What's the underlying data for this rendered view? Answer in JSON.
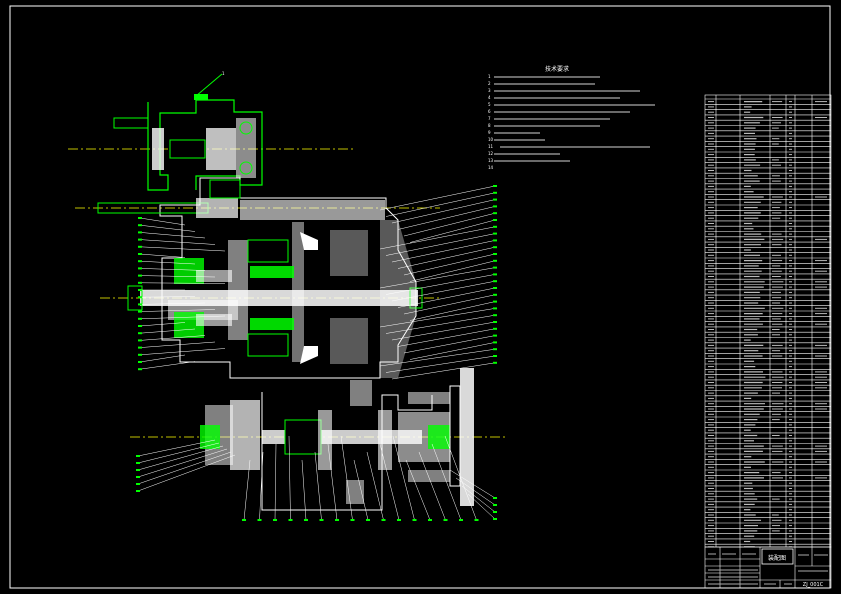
{
  "drawing": {
    "frame_color": "#ffffff",
    "part_color": "#00ff00",
    "centerline_color": "#ffff00",
    "section_color": "#ffffff",
    "leader_color": "#ffffff"
  },
  "tech_requirements": {
    "title": "技术要求",
    "lines": [
      "1",
      "2",
      "3",
      "4",
      "5",
      "6",
      "7",
      "8",
      "9",
      "10",
      "11",
      "12",
      "13",
      "14"
    ]
  },
  "title_block": {
    "name": "装配图",
    "subtitle": "",
    "drawing_no": "ZJ_001C"
  }
}
